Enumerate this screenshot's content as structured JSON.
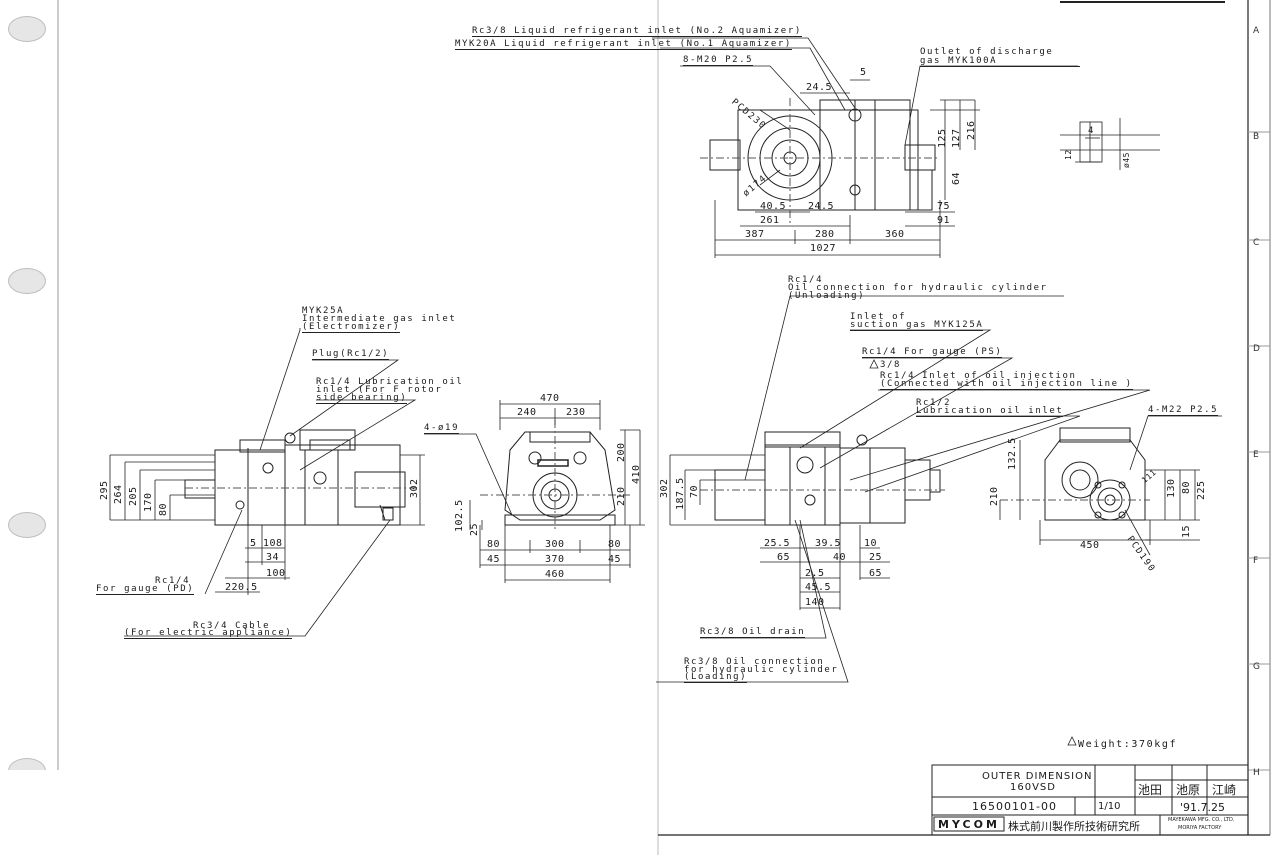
{
  "zones": [
    "A",
    "B",
    "C",
    "D",
    "E",
    "F",
    "G",
    "H"
  ],
  "top_view": {
    "labels": {
      "rc38": "Rc3/8 Liquid refrigerant inlet (No.2 Aquamizer)",
      "myk20": "MYK20A Liquid refrigerant inlet (No.1 Aquamizer)",
      "m20": "8-M20 P2.5",
      "outlet": "Outlet of discharge gas MYK100A",
      "pcd": "PCD230",
      "phi": "ø174",
      "five": "5"
    },
    "dims": {
      "d24a": "24.5",
      "d24b": "24.5",
      "d40": "40.5",
      "d261": "261",
      "d387": "387",
      "d280": "280",
      "d360": "360",
      "d1027": "1027",
      "d75": "75",
      "d91": "91",
      "d64": "64",
      "d125": "125",
      "d127": "127",
      "d216": "216"
    }
  },
  "key_detail": {
    "t1": "12",
    "t2": "4",
    "t3": "ø45"
  },
  "left_view": {
    "labels": {
      "myk25": "MYK25A",
      "myk25b": "Intermediate gas inlet",
      "myk25c": "(Electromizer)",
      "plug": "Plug(Rc1/2)",
      "lub1": "Rc1/4 Lubrication oil",
      "lub2": "inlet (For F rotor",
      "lub3": "side bearing)",
      "rc14a": "Rc1/4",
      "rc14b": "For gauge (PD)",
      "cable1": "Rc3/4 Cable",
      "cable2": "(For electric appliance)"
    },
    "dims": {
      "d295": "295",
      "d264": "264",
      "d205": "205",
      "d170": "170",
      "d80": "80",
      "d302": "302",
      "d5": "5",
      "d108": "108",
      "d34": "34",
      "d100": "100",
      "d220": "220.5"
    }
  },
  "front_view": {
    "labels": {
      "holes": "4-ø19"
    },
    "dims": {
      "d470": "470",
      "d240": "240",
      "d230": "230",
      "d200": "200",
      "d410": "410",
      "d210": "210",
      "d102": "102.5",
      "d25": "25",
      "d80a": "80",
      "d300": "300",
      "d80b": "80",
      "d45a": "45",
      "d370": "370",
      "d45b": "45",
      "d460": "460"
    }
  },
  "right_view": {
    "labels": {
      "rc14": "Rc1/4",
      "hyd1": "Oil connection for hydraulic cylinder",
      "hyd2": "(Unloading)",
      "inlet1": "Inlet of",
      "inlet2": "suction gas MYK125A",
      "gauge": "Rc1/4 For gauge (PS)",
      "tri38": "3/8",
      "inj1": "Rc1/4 Inlet of oil injection",
      "inj2": "(Connected with oil injection line )",
      "lub1": "Rc1/2",
      "lub2": "Lubrication oil inlet",
      "drain": "Rc3/8 Oil drain",
      "load1": "Rc3/8 Oil connection",
      "load2": "for hydraulic cylinder",
      "load3": "(Loading)"
    },
    "dims": {
      "d302": "302",
      "d187": "187.5",
      "d70": "70",
      "d25a": "25.5",
      "d39": "39.5",
      "d10": "10",
      "d65a": "65",
      "d40": "40",
      "d25b": "25",
      "d2": "2.5",
      "d65b": "65",
      "d45": "45.5",
      "d140": "140"
    }
  },
  "end_view": {
    "labels": {
      "m22": "4-M22 P2.5",
      "pcd": "PCD190"
    },
    "dims": {
      "d132": "132.5",
      "d210": "210",
      "d450": "450",
      "d130": "130",
      "d80": "80",
      "d225": "225",
      "d15": "15",
      "d111": "111"
    }
  },
  "weight": "Weight:370kgf",
  "title_block": {
    "title1": "OUTER DIMENSION",
    "title2": "160VSD",
    "drawing_no": "16500101-00",
    "scale": "1/10",
    "date": "'91.7.25",
    "names": [
      "池田",
      "池原",
      "江崎"
    ],
    "brand": "MYCOM",
    "company_jp": "株式前川製作所技術研究所",
    "company_en1": "MAYEKAWA MFG. CO., LTD.",
    "company_en2": "MORIYA FACTORY"
  },
  "colors": {
    "ink": "#1a1a1a",
    "paper": "#ffffff",
    "scan_grey": "#efefef"
  }
}
